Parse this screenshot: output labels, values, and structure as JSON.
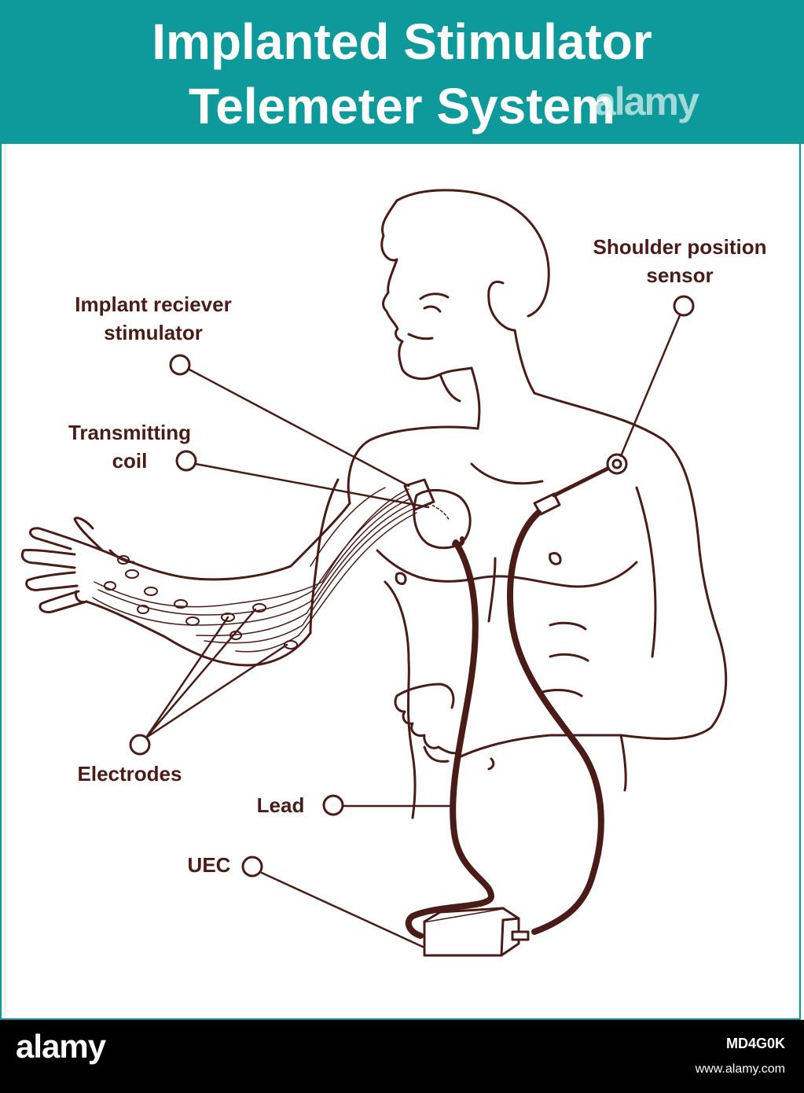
{
  "title": {
    "line1": "Implanted Stimulator",
    "line2": "Telemeter System"
  },
  "labels": {
    "implant_line1": "Implant reciever",
    "implant_line2": "stimulator",
    "coil_line1": "Transmitting",
    "coil_line2": "coil",
    "shoulder_line1": "Shoulder position",
    "shoulder_line2": "sensor",
    "electrodes": "Electrodes",
    "lead": "Lead",
    "uec": "UEC"
  },
  "watermark": {
    "text": "alamy"
  },
  "footer": {
    "brand": "alamy",
    "image_id": "MD4G0K",
    "site": "www.alamy.com"
  },
  "colors": {
    "header_bg": "#0e9a9a",
    "line_art": "#4a1c18",
    "footer_bg": "#000000"
  }
}
